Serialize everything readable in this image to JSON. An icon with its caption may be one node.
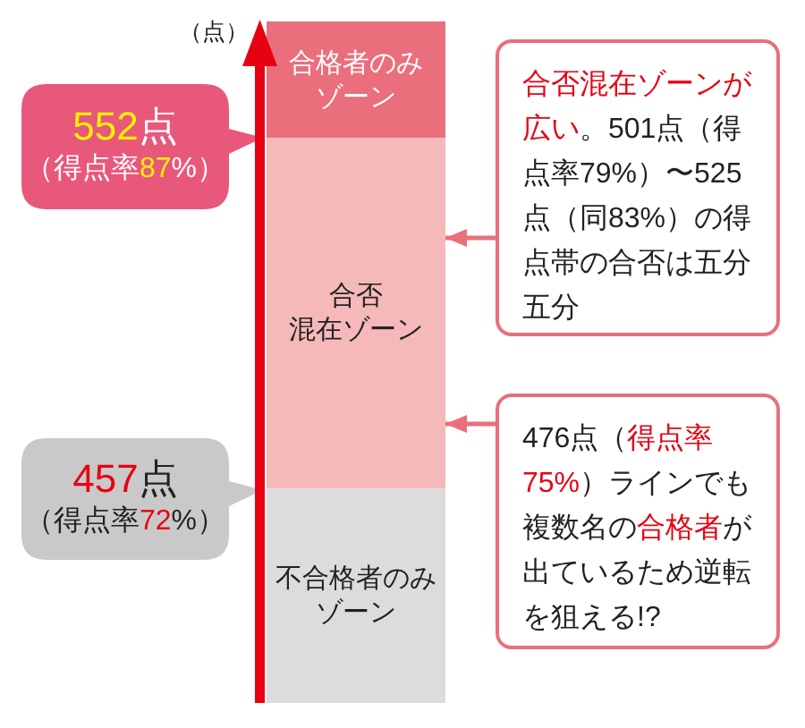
{
  "diagram": {
    "nodes": [
      {
        "text": [
          "合格者のみゾーン"
        ]
      },
      {
        "text": [
          "合否混在ゾーン"
        ]
      },
      {
        "text": [
          "不合格者のみゾーン"
        ]
      },
      {
        "text": [
          "**552**点",
          "（得点率**87**%）"
        ]
      },
      {
        "text": [
          "**457**点",
          "（得点率**72**%）"
        ]
      },
      {
        "text": [
          "**合否混在ゾーンが広い**。501点（得点率79%）〜525点（同83%）の得点帯の合否は五分五分"
        ]
      },
      {
        "text": [
          "476点（**得点率75%**）ラインでも複数名の**合格者**が出ているため逆転を狙える!?"
        ]
      }
    ],
    "edges": [
      {
        "from": 5,
        "to": 1,
        "arrow": "to"
      },
      {
        "from": 6,
        "to": 1,
        "arrow": "to"
      }
    ],
    "labels": [
      "（点）"
    ]
  }
}
